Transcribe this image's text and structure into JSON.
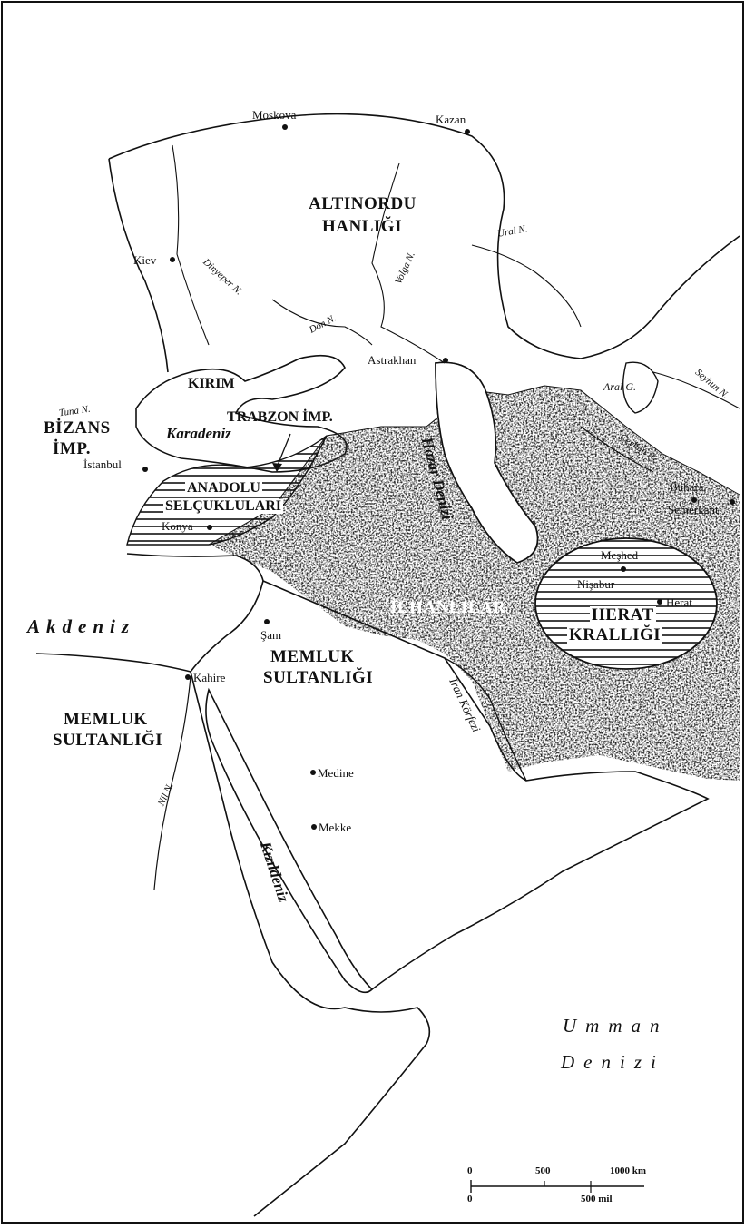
{
  "cities": {
    "moskova": "Moskova",
    "kazan": "Kazan",
    "kiev": "Kiev",
    "astrakhan": "Astrakhan",
    "istanbul": "İstanbul",
    "konya": "Konya",
    "buhara": "Buhara",
    "semerkant": "Semerkant",
    "meshed": "Meşhed",
    "nisabur": "Nişabur",
    "herat": "Herat",
    "sam": "Şam",
    "kahire": "Kahire",
    "medine": "Medine",
    "mekke": "Mekke"
  },
  "rivers": {
    "dinyeper": "Dinyeper N.",
    "volga": "Volga N.",
    "ural": "Ural N.",
    "don": "Don N.",
    "tuna": "Tuna N.",
    "seyhun": "Seyhun N.",
    "ceyhun": "Ceyhun N.",
    "nil": "Nil N."
  },
  "regions": {
    "altinordu_1": "ALTINORDU",
    "altinordu_2": "HANLIĞI",
    "kirim": "KIRIM",
    "bizans_1": "BİZANS",
    "bizans_2": "İMP.",
    "trabzon": "TRABZON İMP.",
    "anadolu_1": "ANADOLU",
    "anadolu_2": "SELÇUKLULARI",
    "ilhanlilar": "İLHANLILAR",
    "herat_1": "HERAT",
    "herat_2": "KRALLIĞI",
    "memluk_east_1": "MEMLUK",
    "memluk_east_2": "SULTANLIĞI",
    "memluk_west_1": "MEMLUK",
    "memluk_west_2": "SULTANLIĞI"
  },
  "seas": {
    "karadeniz": "Karadeniz",
    "akdeniz": "Akdeniz",
    "hazar": "Hazar Denizi",
    "aral": "Aral G.",
    "iran_korfezi": "İran Körfezi",
    "kizildeniz": "Kızıldeniz",
    "umman_1": "Umman",
    "umman_2": "Denizi"
  },
  "scale": {
    "km_0": "0",
    "km_500": "500",
    "km_1000": "1000 km",
    "mi_0": "0",
    "mi_500": "500 mil"
  },
  "colors": {
    "ink": "#111111",
    "paper": "#ffffff"
  }
}
